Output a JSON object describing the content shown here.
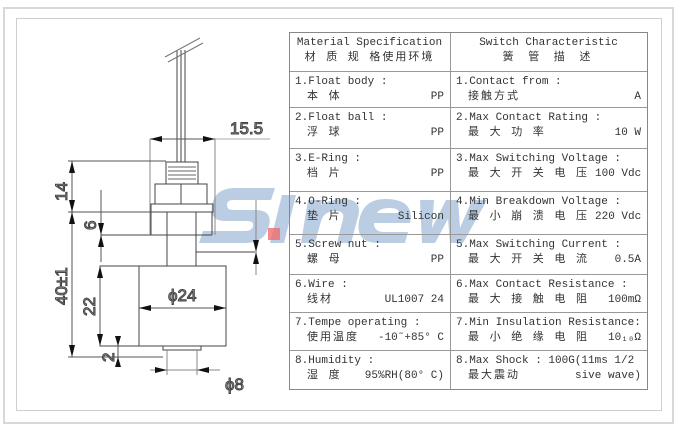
{
  "logo": {
    "watermark_text": "Sinew"
  },
  "drawing": {
    "dim_top_width": "15.5",
    "dim_thread_height": "14",
    "dim_flange": "6",
    "dim_total_height": "40±1",
    "dim_float_height": "22",
    "dim_float_diameter": "ϕ24",
    "dim_bottom_gap": "2",
    "dim_bottom_diameter": "ϕ8"
  },
  "table": {
    "header": {
      "left_en": "Material  Specification",
      "left_cn": "材 质 规 格使用环境",
      "right_en": "Switch Characteristic",
      "right_cn": "簧 管 描 述"
    },
    "rows": [
      {
        "m_en": "1.Float body :",
        "m_cn": "本 体",
        "m_val": "PP",
        "s_en": "1.Contact from :",
        "s_cn": "接触方式",
        "s_val": "A"
      },
      {
        "m_en": "2.Float ball :",
        "m_cn": "浮 球",
        "m_val": "PP",
        "s_en": "2.Max Contact Rating :",
        "s_cn": "最 大 功 率",
        "s_val": "10 W"
      },
      {
        "m_en": "3.E-Ring :",
        "m_cn": "档 片",
        "m_val": "PP",
        "s_en": "3.Max Switching Voltage :",
        "s_cn": "最 大 开 关 电 压",
        "s_val": "100 Vdc"
      },
      {
        "m_en": "4.O-Ring :",
        "m_cn": "垫 片",
        "m_val": "Silicon",
        "s_en": "4.Min Breakdown Voltage :",
        "s_cn": "最 小 崩 溃 电 压",
        "s_val": "220 Vdc"
      },
      {
        "m_en": "5.Screw nut :",
        "m_cn": "螺 母",
        "m_val": "PP",
        "s_en": "5.Max Switching Current :",
        "s_cn": "最 大 开 关 电 流",
        "s_val": "0.5A"
      },
      {
        "m_en": "6.Wire :",
        "m_cn": "线材",
        "m_val": "UL1007 24",
        "s_en": "6.Max Contact Resistance :",
        "s_cn": "最 大 接 触 电 阻",
        "s_val": "100mΩ"
      },
      {
        "m_en": "7.Tempe operating :",
        "m_cn": "使用温度",
        "m_val": "-10˜+85° C",
        "s_en": "7.Min Insulation Resistance:",
        "s_cn": "最 小 绝 缘 电 阻",
        "s_val": "10₁₀Ω"
      },
      {
        "m_en": "8.Humidity :",
        "m_cn": "湿 度",
        "m_val": "95%RH(80° C)",
        "s_en": "8.Max Shock :  100G(11ms 1/2",
        "s_cn": "最大震动",
        "s_val": "sive wave)"
      }
    ]
  }
}
